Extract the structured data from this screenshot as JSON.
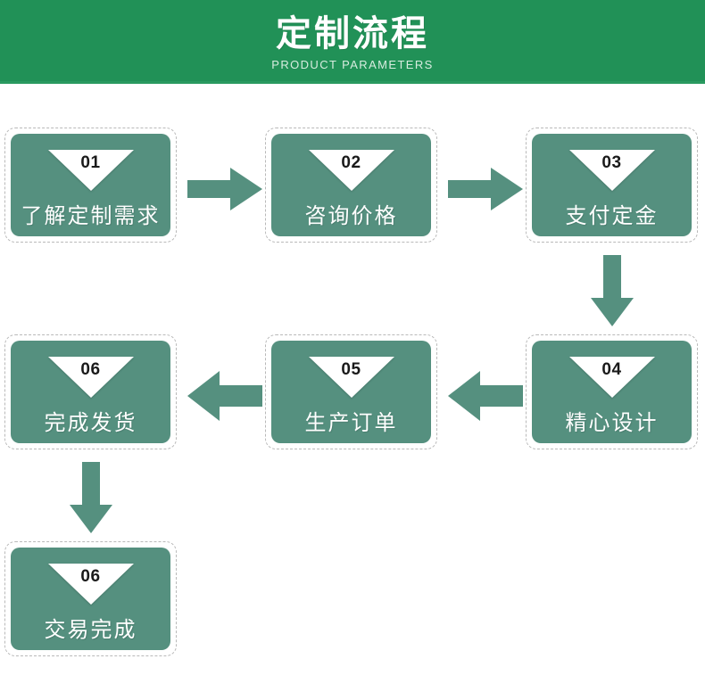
{
  "header": {
    "title": "定制流程",
    "subtitle": "PRODUCT PARAMETERS",
    "background_color": "#219157",
    "title_color": "#ffffff",
    "subtitle_color": "#d7ecdf"
  },
  "theme": {
    "card_color": "#55907f",
    "arrow_color": "#55907f",
    "card_border_color": "#b9b9b9",
    "badge_color": "#ffffff",
    "badge_number_color": "#1a1a1a",
    "page_background": "#ffffff"
  },
  "flow": {
    "steps": [
      {
        "number": "01",
        "label": "了解定制需求"
      },
      {
        "number": "02",
        "label": "咨询价格"
      },
      {
        "number": "03",
        "label": "支付定金"
      },
      {
        "number": "04",
        "label": "精心设计"
      },
      {
        "number": "05",
        "label": "生产订单"
      },
      {
        "number": "06",
        "label": "完成发货"
      },
      {
        "number": "06",
        "label": "交易完成"
      }
    ],
    "connectors": [
      {
        "name": "arrow-step1-to-step2",
        "direction": "right"
      },
      {
        "name": "arrow-step2-to-step3",
        "direction": "right"
      },
      {
        "name": "arrow-step3-to-step4",
        "direction": "down"
      },
      {
        "name": "arrow-step4-to-step5",
        "direction": "left"
      },
      {
        "name": "arrow-step5-to-step6",
        "direction": "left"
      },
      {
        "name": "arrow-step6-to-step7",
        "direction": "down"
      }
    ]
  }
}
